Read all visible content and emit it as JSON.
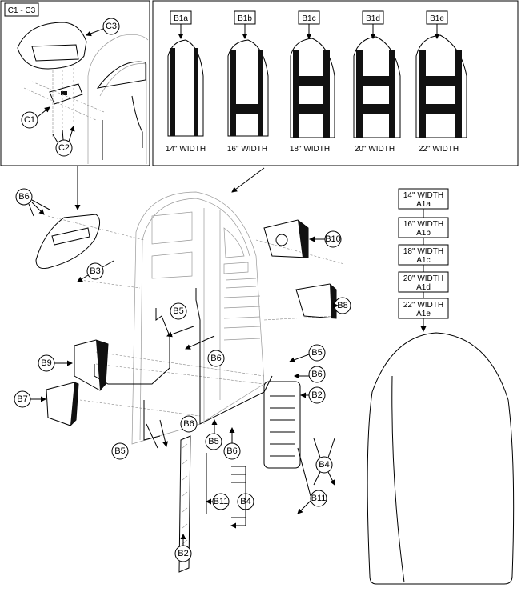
{
  "inset_left": {
    "title": "C1 - C3",
    "callouts": [
      "C1",
      "C2",
      "C3"
    ]
  },
  "inset_right": {
    "variants": [
      {
        "tag": "B1a",
        "width": "14\" WIDTH"
      },
      {
        "tag": "B1b",
        "width": "16\" WIDTH"
      },
      {
        "tag": "B1c",
        "width": "18\" WIDTH"
      },
      {
        "tag": "B1d",
        "width": "20\" WIDTH"
      },
      {
        "tag": "B1e",
        "width": "22\" WIDTH"
      }
    ]
  },
  "main_callouts": {
    "b6_top": "B6",
    "b3": "B3",
    "b5_upper": "B5",
    "b6_mid": "B6",
    "b9": "B9",
    "b7": "B7",
    "b6_low": "B6",
    "b5_left": "B5",
    "b5_low": "B5",
    "b6_lowright": "B6",
    "b11_left": "B11",
    "b4_left": "B4",
    "b2_left": "B2",
    "b10": "B10",
    "b8": "B8",
    "b5_right": "B5",
    "b6_right": "B6",
    "b2_right": "B2",
    "b4_right": "B4",
    "b11_right": "B11"
  },
  "cushion_sizes": [
    {
      "width": "14\" WIDTH",
      "code": "A1a"
    },
    {
      "width": "16\" WIDTH",
      "code": "A1b"
    },
    {
      "width": "18\" WIDTH",
      "code": "A1c"
    },
    {
      "width": "20\" WIDTH",
      "code": "A1d"
    },
    {
      "width": "22\" WIDTH",
      "code": "A1e"
    }
  ]
}
